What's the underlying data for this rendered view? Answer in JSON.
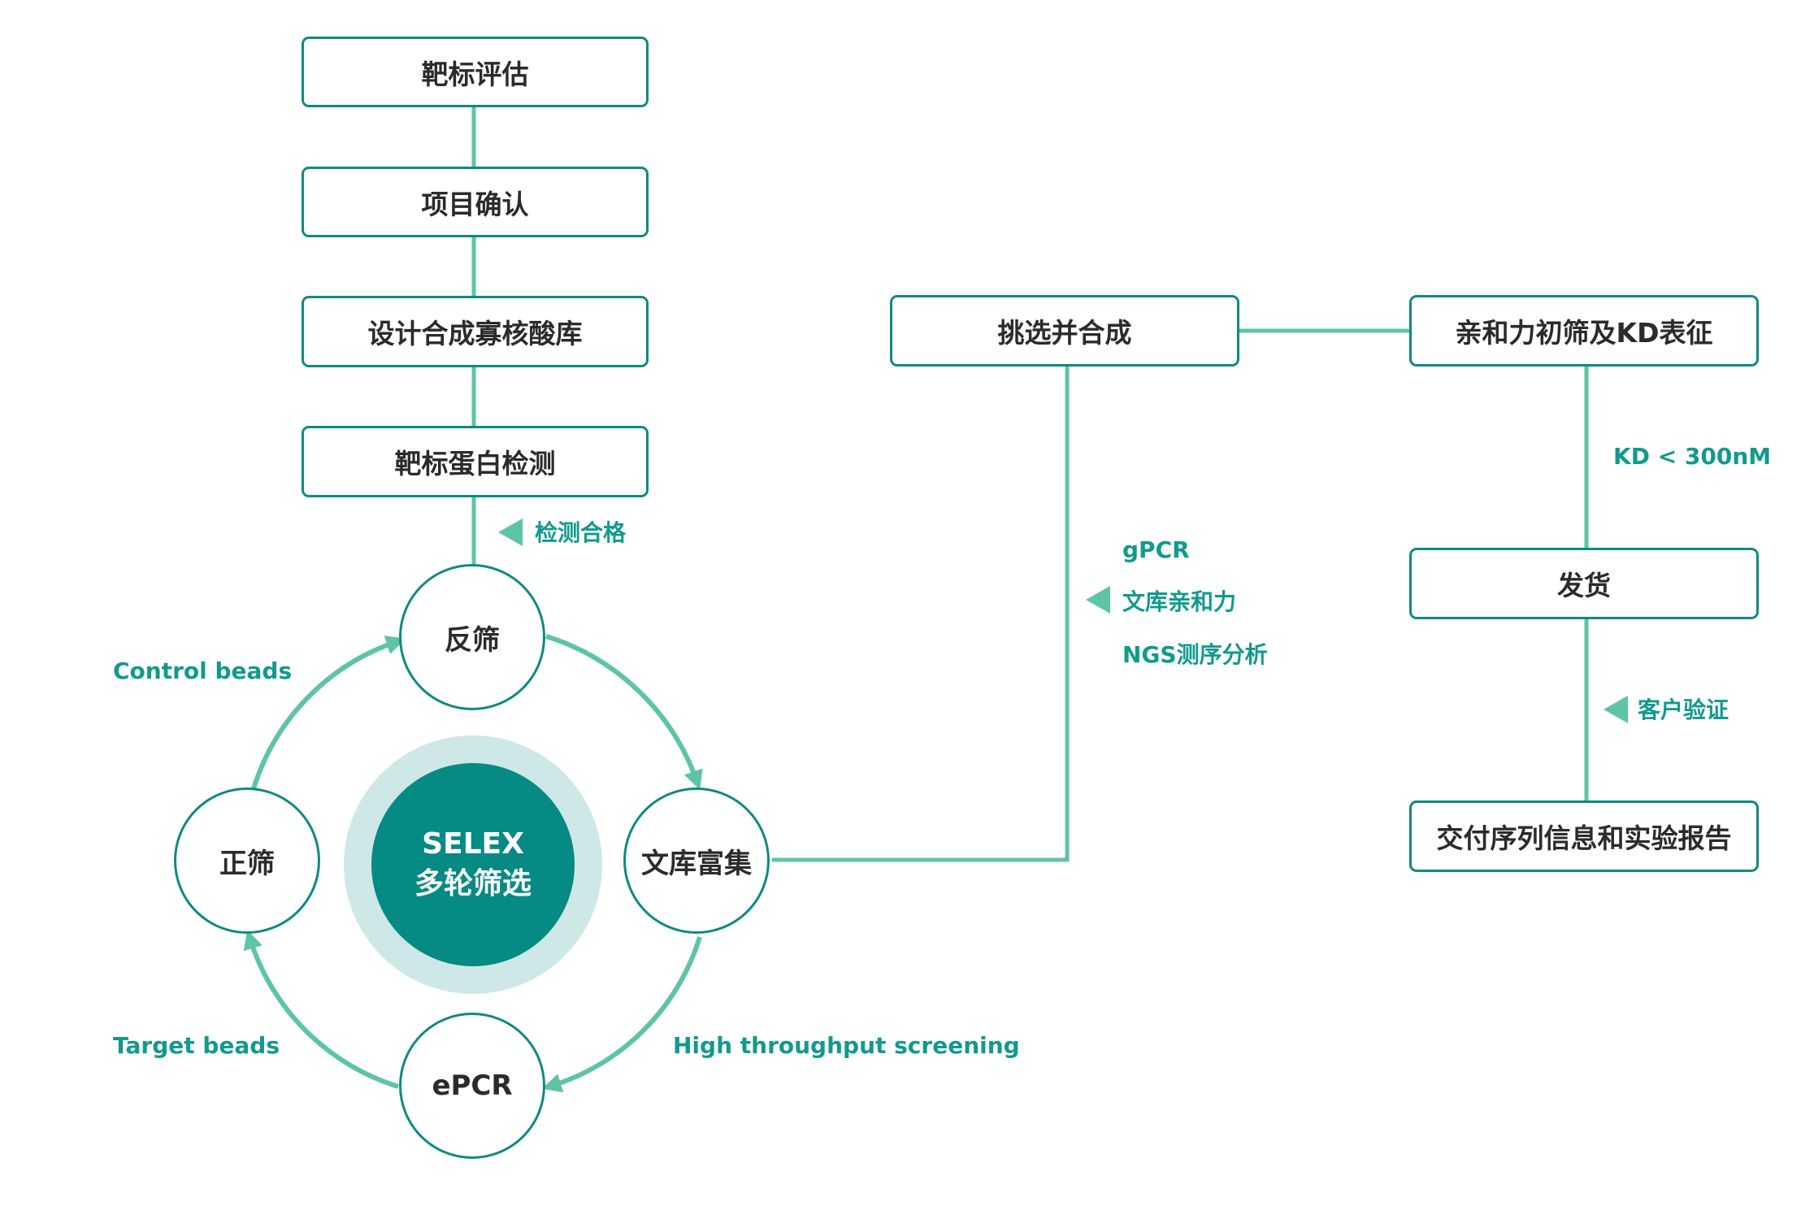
{
  "process_steps": {
    "target_assessment": "靶标评估",
    "project_confirm": "项目确认",
    "design_library": "设计合成寡核酸库",
    "protein_test": "靶标蛋白检测",
    "pick_synthesize": "挑选并合成",
    "affinity_screen": "亲和力初筛及KD表征",
    "shipping": "发货",
    "delivery": "交付序列信息和实验报告"
  },
  "cycle_steps": {
    "negative": "反筛",
    "enrichment": "文库富集",
    "epcr": "ePCR",
    "positive": "正筛"
  },
  "center": {
    "line1": "SELEX",
    "line2": "多轮筛选"
  },
  "annotations": {
    "test_pass": "检测合格",
    "control_beads": "Control beads",
    "target_beads": "Target beads",
    "high_throughput": "High throughput screening",
    "gpcr": "gPCR",
    "library_affinity": "文库亲和力",
    "ngs": "NGS测序分析",
    "kd": "KD < 300nM",
    "customer_verify": "客户验证"
  },
  "colors": {
    "box_border": "#0e8a82",
    "connector": "#5ec4a5",
    "label_text": "#119a8d",
    "center_core": "#068a84",
    "center_halo": "#cde8e7"
  }
}
